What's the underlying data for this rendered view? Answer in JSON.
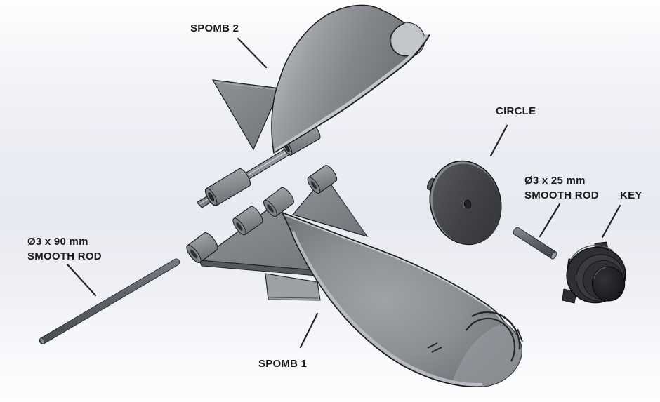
{
  "scene": {
    "type": "cad-exploded-view-diagram",
    "background_top": "#fefefe",
    "background_middle": "#e8eaf1",
    "background_bottom": "#fdfdfe",
    "edge_color": "#1c1d1f",
    "label_color": "#1b1b1d"
  },
  "callouts": {
    "spomb2": {
      "label": "SPOMB 2"
    },
    "circle": {
      "label": "CIRCLE"
    },
    "rod25": {
      "line1": "Ø3 x 25 mm",
      "line2": "SMOOTH ROD"
    },
    "key": {
      "label": "KEY"
    },
    "rod90": {
      "line1": "Ø3 x 90 mm",
      "line2": "SMOOTH ROD"
    },
    "spomb1": {
      "label": "SPOMB 1"
    }
  },
  "parts": {
    "spomb2": {
      "description_label": "SPOMB 2",
      "color_light": "#c2c5ca",
      "color_mid": "#8b8e93",
      "color_dark": "#6b6e73"
    },
    "spomb1": {
      "description_label": "SPOMB 1",
      "color_light": "#b9bcc2",
      "color_mid": "#8d9095",
      "color_dark": "#65686d"
    },
    "circle_disc": {
      "description_label": "CIRCLE",
      "color": "#3e3f42"
    },
    "key_knob": {
      "description_label": "KEY",
      "color": "#2c2d30"
    },
    "rod_90mm": {
      "description_label": "Ø3 x 90 mm SMOOTH ROD",
      "color": "#5f626a"
    },
    "rod_25mm": {
      "description_label": "Ø3 x 25 mm SMOOTH ROD",
      "color": "#5f626a"
    }
  }
}
